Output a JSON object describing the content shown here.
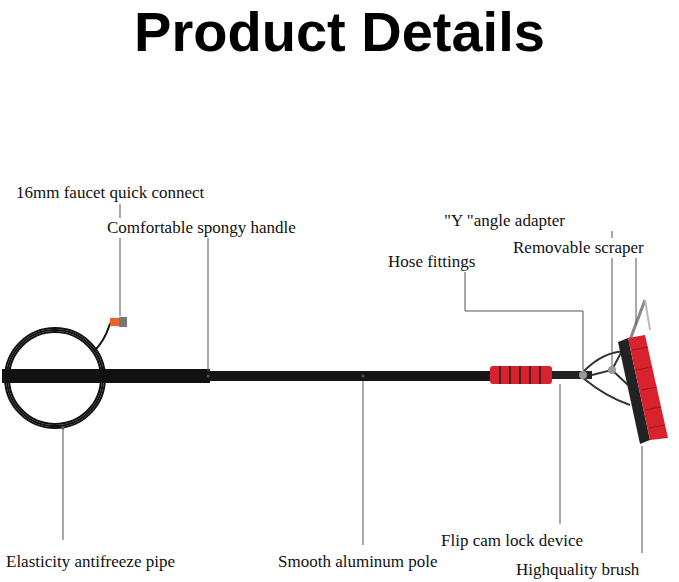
{
  "diagram": {
    "title": "Product Details",
    "labels": [
      "16mm faucet quick connect",
      "Comfortable spongy handle",
      "\"Y \"angle adapter",
      "Removable scraper",
      "Hose fittings",
      "Elasticity antifreeze pipe",
      "Smooth aluminum pole",
      "Flip cam lock device",
      "Highquality brush"
    ]
  }
}
